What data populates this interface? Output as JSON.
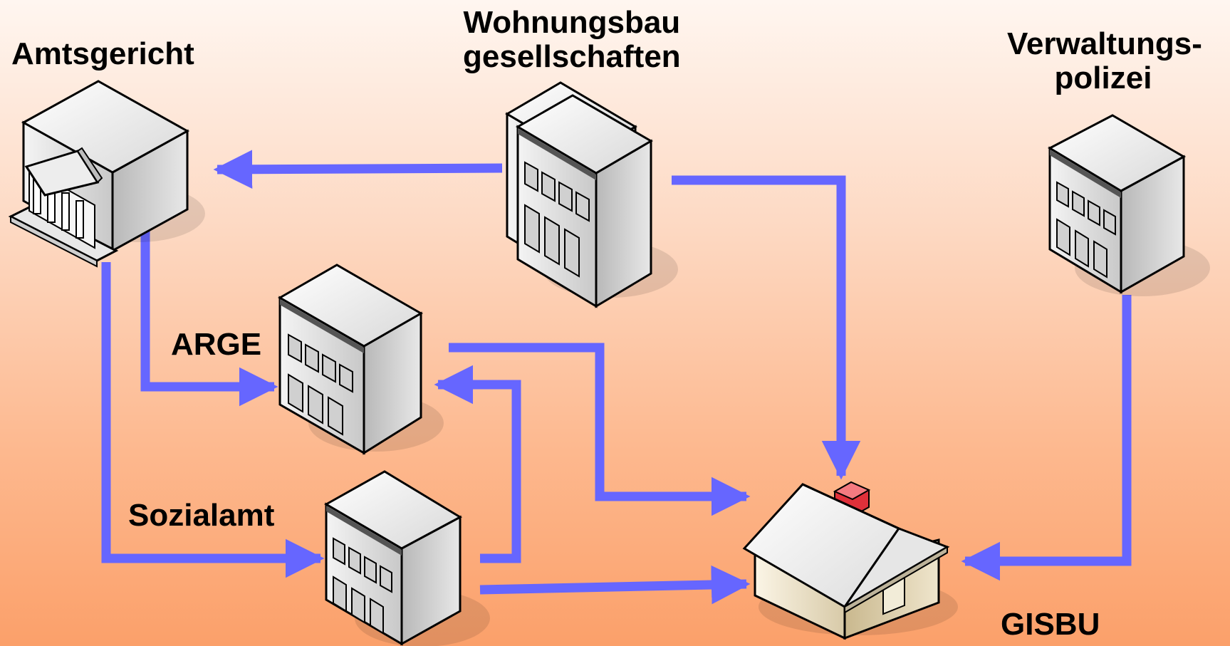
{
  "labels": {
    "amtsgericht": "Amtsgericht",
    "wohnungsbau_line1": "Wohnungsbau",
    "wohnungsbau_line2": "gesellschaften",
    "verwaltung_line1": "Verwaltungs-",
    "verwaltung_line2": "polizei",
    "arge": "ARGE",
    "sozialamt": "Sozialamt",
    "gisbu": "GISBU"
  },
  "colors": {
    "arrow": "#6666ff",
    "background_top": "#fff6f0",
    "background_bottom": "#fba06a",
    "chimney": "#e0303a"
  },
  "icons": {
    "amtsgericht": "courthouse-icon",
    "wohnungsbau": "apartment-buildings-icon",
    "verwaltung": "office-building-icon",
    "arge": "office-building-icon",
    "sozialamt": "office-building-icon",
    "gisbu": "house-icon"
  }
}
